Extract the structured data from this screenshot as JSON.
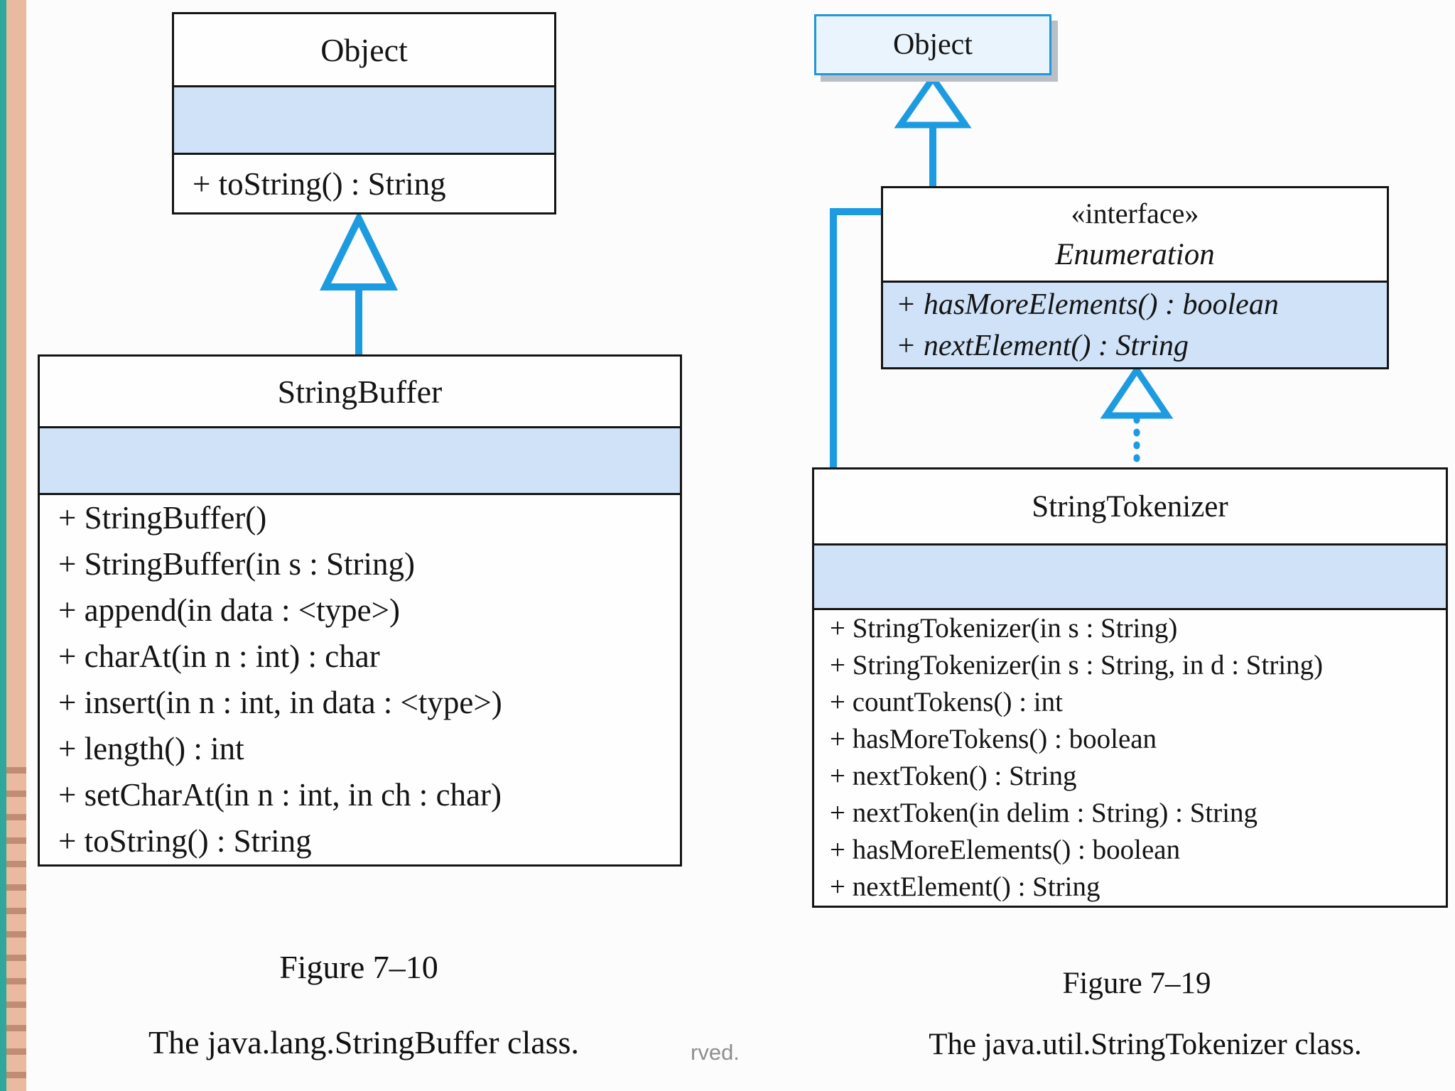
{
  "colors": {
    "arrow_blue": "#1d9be0",
    "compartment_blue": "#cfe2f8",
    "object_highlight_fill": "#eaf4fc",
    "object_highlight_border": "#2097d9",
    "box_border": "#141414",
    "stripe_teal": "#2fa79d",
    "stripe_tan": "#e9ba9f",
    "stripe_ridge": "#c08d72"
  },
  "left_diagram": {
    "object_class": {
      "title": "Object",
      "methods": [
        "+ toString() : String"
      ]
    },
    "stringbuffer_class": {
      "title": "StringBuffer",
      "methods": [
        "+ StringBuffer()",
        "+ StringBuffer(in s : String)",
        "+ append(in data : <type>)",
        "+ charAt(in n : int) : char",
        "+ insert(in n : int, in data : <type>)",
        "+ length() : int",
        "+ setCharAt(in n : int, in ch : char)",
        "+ toString() : String"
      ]
    },
    "figure_label": "Figure 7–10",
    "figure_caption": "The java.lang.StringBuffer class."
  },
  "right_diagram": {
    "object_class": {
      "title": "Object"
    },
    "enumeration_interface": {
      "stereotype": "«interface»",
      "title": "Enumeration",
      "methods": [
        "+ hasMoreElements() : boolean",
        "+ nextElement() : String"
      ]
    },
    "stringtokenizer_class": {
      "title": "StringTokenizer",
      "methods": [
        "+ StringTokenizer(in s : String)",
        "+ StringTokenizer(in s : String, in d : String)",
        "+ countTokens() : int",
        "+ hasMoreTokens() : boolean",
        "+ nextToken() : String",
        "+ nextToken(in delim : String) : String",
        "+ hasMoreElements() : boolean",
        "+ nextElement() : String"
      ]
    },
    "figure_label": "Figure 7–19",
    "figure_caption": "The java.util.StringTokenizer class."
  },
  "watermark": {
    "text": "rved."
  }
}
